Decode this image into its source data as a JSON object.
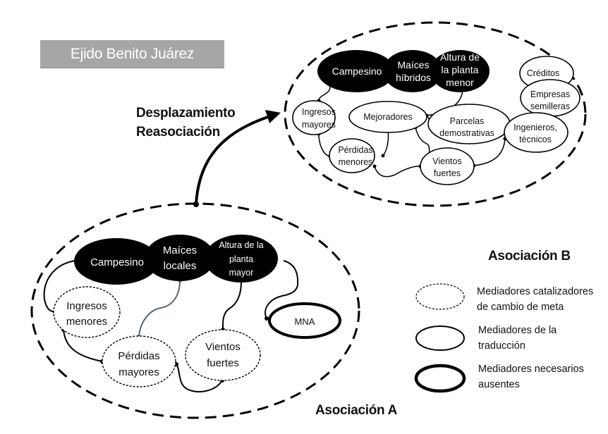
{
  "title": "Ejido Benito Juárez",
  "arrow_label": {
    "line1": "Desplazamiento",
    "line2": "Reasociación"
  },
  "association_a": {
    "label": "Asociación A",
    "core_nodes": [
      {
        "id": "a-campesino",
        "lines": [
          "Campesino"
        ]
      },
      {
        "id": "a-maices",
        "lines": [
          "Maíces",
          "locales"
        ]
      },
      {
        "id": "a-altura",
        "lines": [
          "Altura de la",
          "planta",
          "mayor"
        ]
      }
    ],
    "nodes": [
      {
        "id": "a-ingresos",
        "type": "catalyst",
        "lines": [
          "Ingresos",
          "menores"
        ]
      },
      {
        "id": "a-perdidas",
        "type": "catalyst",
        "lines": [
          "Pérdidas",
          "mayores"
        ]
      },
      {
        "id": "a-vientos",
        "type": "catalyst",
        "lines": [
          "Vientos",
          "fuertes"
        ]
      },
      {
        "id": "a-mna",
        "type": "absent",
        "lines": [
          "MNA"
        ]
      }
    ]
  },
  "association_b": {
    "label": "Asociación B",
    "core_nodes": [
      {
        "id": "b-campesino",
        "lines": [
          "Campesino"
        ]
      },
      {
        "id": "b-maices",
        "lines": [
          "Maíces",
          "híbridos"
        ]
      },
      {
        "id": "b-altura",
        "lines": [
          "Altura de",
          "la planta",
          "menor"
        ]
      }
    ],
    "nodes": [
      {
        "id": "b-ingresos",
        "type": "translation",
        "lines": [
          "Ingresos",
          "mayores"
        ]
      },
      {
        "id": "b-mejoradores",
        "type": "translation",
        "lines": [
          "Mejoradores"
        ]
      },
      {
        "id": "b-perdidas",
        "type": "translation",
        "lines": [
          "Pérdidas",
          "menores"
        ]
      },
      {
        "id": "b-vientos",
        "type": "translation",
        "lines": [
          "Vientos",
          "fuertes"
        ]
      },
      {
        "id": "b-parcelas",
        "type": "translation",
        "lines": [
          "Parcelas",
          "demostrativas"
        ]
      },
      {
        "id": "b-ingenieros",
        "type": "translation",
        "lines": [
          "Ingenieros,",
          "técnicos"
        ]
      },
      {
        "id": "b-empresas",
        "type": "translation",
        "lines": [
          "Empresas",
          "semilleras"
        ]
      },
      {
        "id": "b-creditos",
        "type": "translation",
        "lines": [
          "Créditos"
        ]
      }
    ]
  },
  "legend": [
    {
      "style": "dashed",
      "line1": "Mediadores catalizadores",
      "line2": "de cambio de meta"
    },
    {
      "style": "thin",
      "line1": "Mediadores de la",
      "line2": "traducción"
    },
    {
      "style": "thick",
      "line1": "Mediadores necesarios",
      "line2": "ausentes"
    }
  ],
  "colors": {
    "core_fill": "#000000",
    "title_box": "#a6a6a6",
    "highlight_link": "#5a6673"
  }
}
